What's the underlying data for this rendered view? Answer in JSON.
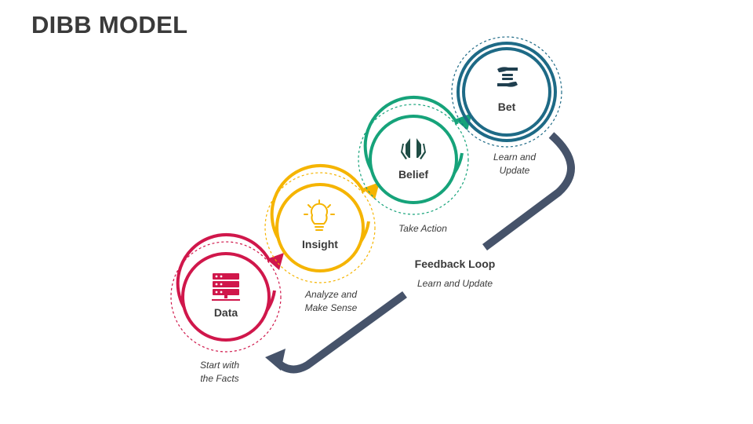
{
  "title": "DIBB MODEL",
  "colors": {
    "data": "#d0174b",
    "insight": "#f5b400",
    "belief": "#16a37a",
    "bet": "#1e6a86",
    "feedback": "#46536a"
  },
  "stages": [
    {
      "label": "Data",
      "icon": "server-stack-icon",
      "caption_line1": "Start with",
      "caption_line2": "the Facts"
    },
    {
      "label": "Insight",
      "icon": "lightbulb-icon",
      "caption_line1": "Analyze and",
      "caption_line2": "Make Sense"
    },
    {
      "label": "Belief",
      "icon": "praying-hands-icon",
      "caption_line1": "Take Action",
      "caption_line2": ""
    },
    {
      "label": "Bet",
      "icon": "hand-coins-icon",
      "caption_line1": "Learn and",
      "caption_line2": "Update"
    }
  ],
  "feedback": {
    "title": "Feedback Loop",
    "subtitle": "Learn and Update"
  }
}
